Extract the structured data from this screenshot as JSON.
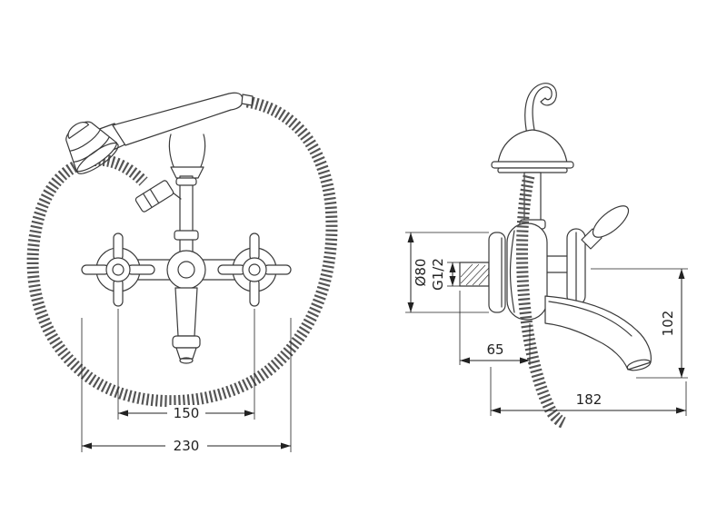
{
  "colors": {
    "background": "#ffffff",
    "line": "#3a3a3a",
    "dimension_text": "#222222"
  },
  "dimensions": {
    "front": {
      "d150": "150",
      "d230": "230"
    },
    "side": {
      "d80": "Ø80",
      "g12": "G1/2",
      "d65": "65",
      "d102": "102",
      "d182": "182"
    }
  }
}
